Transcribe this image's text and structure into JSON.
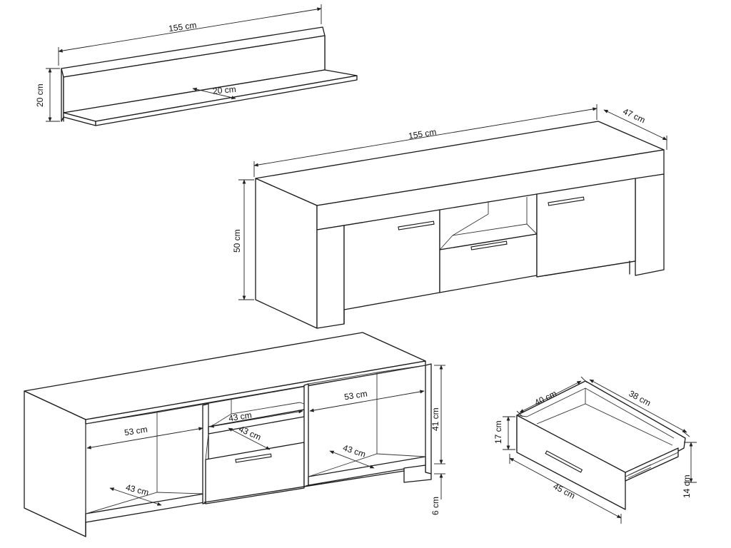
{
  "wall_shelf": {
    "width": "155 cm",
    "height": "20 cm",
    "depth": "20 cm"
  },
  "tv_unit": {
    "width": "155 cm",
    "depth": "47 cm",
    "height": "50 cm"
  },
  "interior": {
    "left_width": "53 cm",
    "left_depth": "43 cm",
    "middle_width": "43 cm",
    "middle_depth": "43 cm",
    "right_width": "53 cm",
    "right_depth": "43 cm",
    "inner_height": "41 cm",
    "plinth_height": "6 cm"
  },
  "drawer": {
    "width": "40 cm",
    "depth": "38 cm",
    "front_width": "45 cm",
    "front_height": "17 cm",
    "inner_height": "14 cm"
  }
}
